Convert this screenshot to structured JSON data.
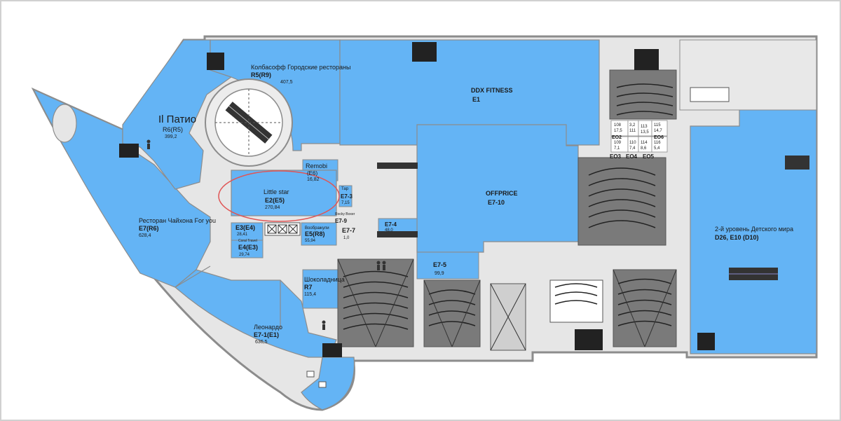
{
  "colors": {
    "unit_blue": "#64b4f5",
    "unit_blue_dark": "#4a90d8",
    "corridor": "#e6e6e6",
    "cinema": "#7a7a7a",
    "wall": "#8c8c8c",
    "highlight_ellipse": "#e05555"
  },
  "units": {
    "patio": {
      "name": "Il Патио",
      "code": "R6(R5)",
      "area": "399,2"
    },
    "kolbasoff": {
      "name": "Колбасофф Городские рестораны",
      "code": "R5(R9)",
      "area": "407,5"
    },
    "ddx": {
      "name": "DDX FITNESS",
      "code": "E1"
    },
    "remobi": {
      "name": "Remobi",
      "code": "(E6)",
      "area": "16,82"
    },
    "little_star": {
      "name": "Little star",
      "code": "E2(E5)",
      "area": "270,84"
    },
    "e7_3": {
      "name": "Тар",
      "code": "E7-3",
      "area": "7,15"
    },
    "offprice": {
      "name": "OFFPRICE",
      "code": "E7-10"
    },
    "chaihona": {
      "name": "Ресторан Чайхона For you",
      "code": "E7(R6)",
      "area": "628,4"
    },
    "e3": {
      "code": "E3(E4)",
      "area": "28,41"
    },
    "coral": {
      "name": "Coral Travel",
      "code": "E4(E3)",
      "area": "29,74"
    },
    "vozbrazhuli": {
      "name": "Воображули",
      "code": "E5(R8)",
      "area": "55,94"
    },
    "rocky": {
      "name": "Rocky Boxer",
      "code": "E7-9"
    },
    "e7_7": {
      "code": "E7-7",
      "area": "1,0"
    },
    "e7_4": {
      "code": "E7-4",
      "area": "48,0"
    },
    "e7_5": {
      "code": "E7-5",
      "area": "99,9"
    },
    "shokoladnitsa": {
      "name": "Шоколадница",
      "code": "R7",
      "area": "115,4"
    },
    "leonardo": {
      "name": "Леонардо",
      "code": "E7-1(E1)",
      "area": "636,5"
    },
    "detsky": {
      "name": "2-й уровень Детского мира",
      "code": "D26, E10 (D10)"
    }
  },
  "small_units": {
    "eo2": "EO2",
    "eo4": "EO4",
    "eo5": "EO5",
    "eo6": "EO6",
    "eo3": "EO3",
    "n108": "108",
    "n108a": "17,5",
    "n111": "111",
    "n111a": "3,2",
    "n113": "113",
    "n113a": "13,5",
    "n115": "115",
    "n115a": "14,7",
    "n109": "109",
    "n109a": "7,1",
    "n110": "110",
    "n110a": "7,4",
    "n114": "114",
    "n114a": "8,6",
    "n116": "116",
    "n116a": "5,4"
  }
}
